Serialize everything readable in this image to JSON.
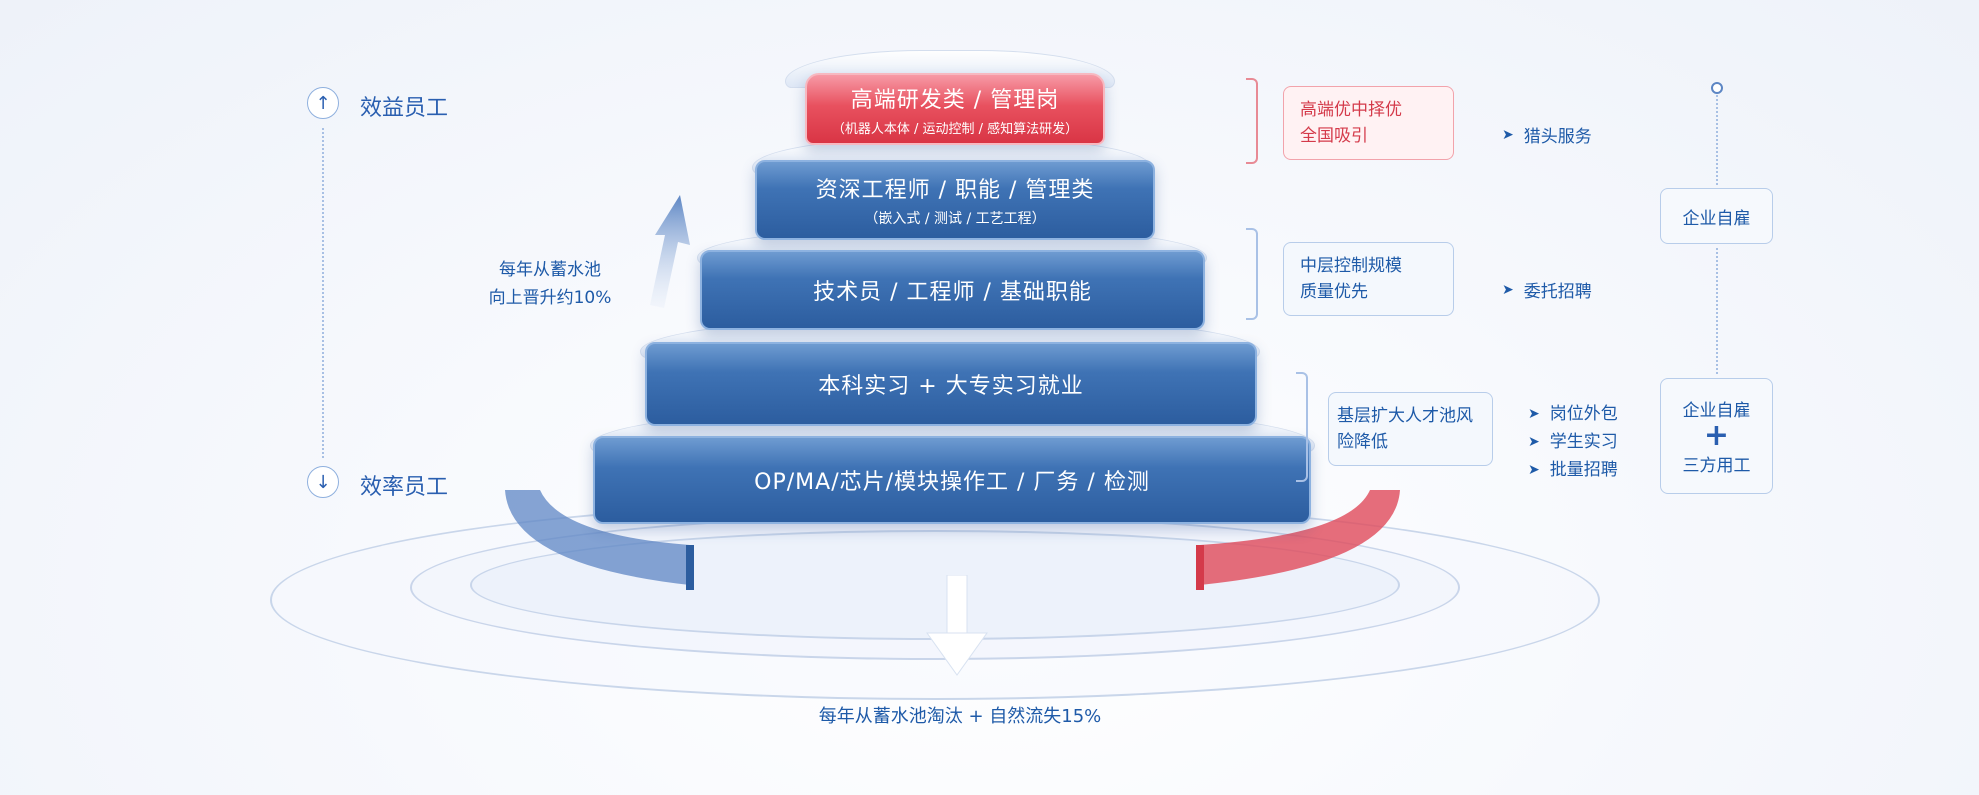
{
  "left_axis": {
    "top_label": "效益员工",
    "bottom_label": "效率员工",
    "up_arrow": "↑",
    "down_arrow": "↓"
  },
  "promotion_text": [
    "每年从蓄水池",
    "向上晋升约10%"
  ],
  "bottom_text": "每年从蓄水池淘汰 + 自然流失15%",
  "tiers": [
    {
      "main": "高端研发类 / 管理岗",
      "sub": "（机器人本体 / 运动控制 / 感知算法研发）",
      "color": "#e04a5a"
    },
    {
      "main": "资深工程师 / 职能 / 管理类",
      "sub": "（嵌入式 / 测试 / 工艺工程）",
      "color": "#3a6db0"
    },
    {
      "main": "技术员 / 工程师 / 基础职能",
      "sub": "",
      "color": "#3a6db0"
    },
    {
      "main": "本科实习 + 大专实习就业",
      "sub": "",
      "color": "#3a6db0"
    },
    {
      "main": "OP/MA/芯片/模块操作工 / 厂务 / 检测",
      "sub": "",
      "color": "#3a6db0"
    }
  ],
  "callouts": [
    {
      "lines": [
        "高端优中择优",
        "全国吸引"
      ],
      "style": "red"
    },
    {
      "lines": [
        "中层控制规模",
        "质量优先"
      ],
      "style": "blue"
    },
    {
      "lines": [
        "基层扩大人才池风",
        "险降低"
      ],
      "style": "blue"
    }
  ],
  "methods": [
    {
      "items": [
        "猎头服务"
      ]
    },
    {
      "items": [
        "委托招聘"
      ]
    },
    {
      "items": [
        "岗位外包",
        "学生实习",
        "批量招聘"
      ]
    }
  ],
  "right_boxes": {
    "top": "企业自雇",
    "bottom_line1": "企业自雇",
    "bottom_plus": "+",
    "bottom_line2": "三方用工"
  },
  "icons": {
    "chevron": "➤"
  },
  "colors": {
    "accent_blue": "#1e5aa8",
    "accent_red": "#d43a4a"
  }
}
